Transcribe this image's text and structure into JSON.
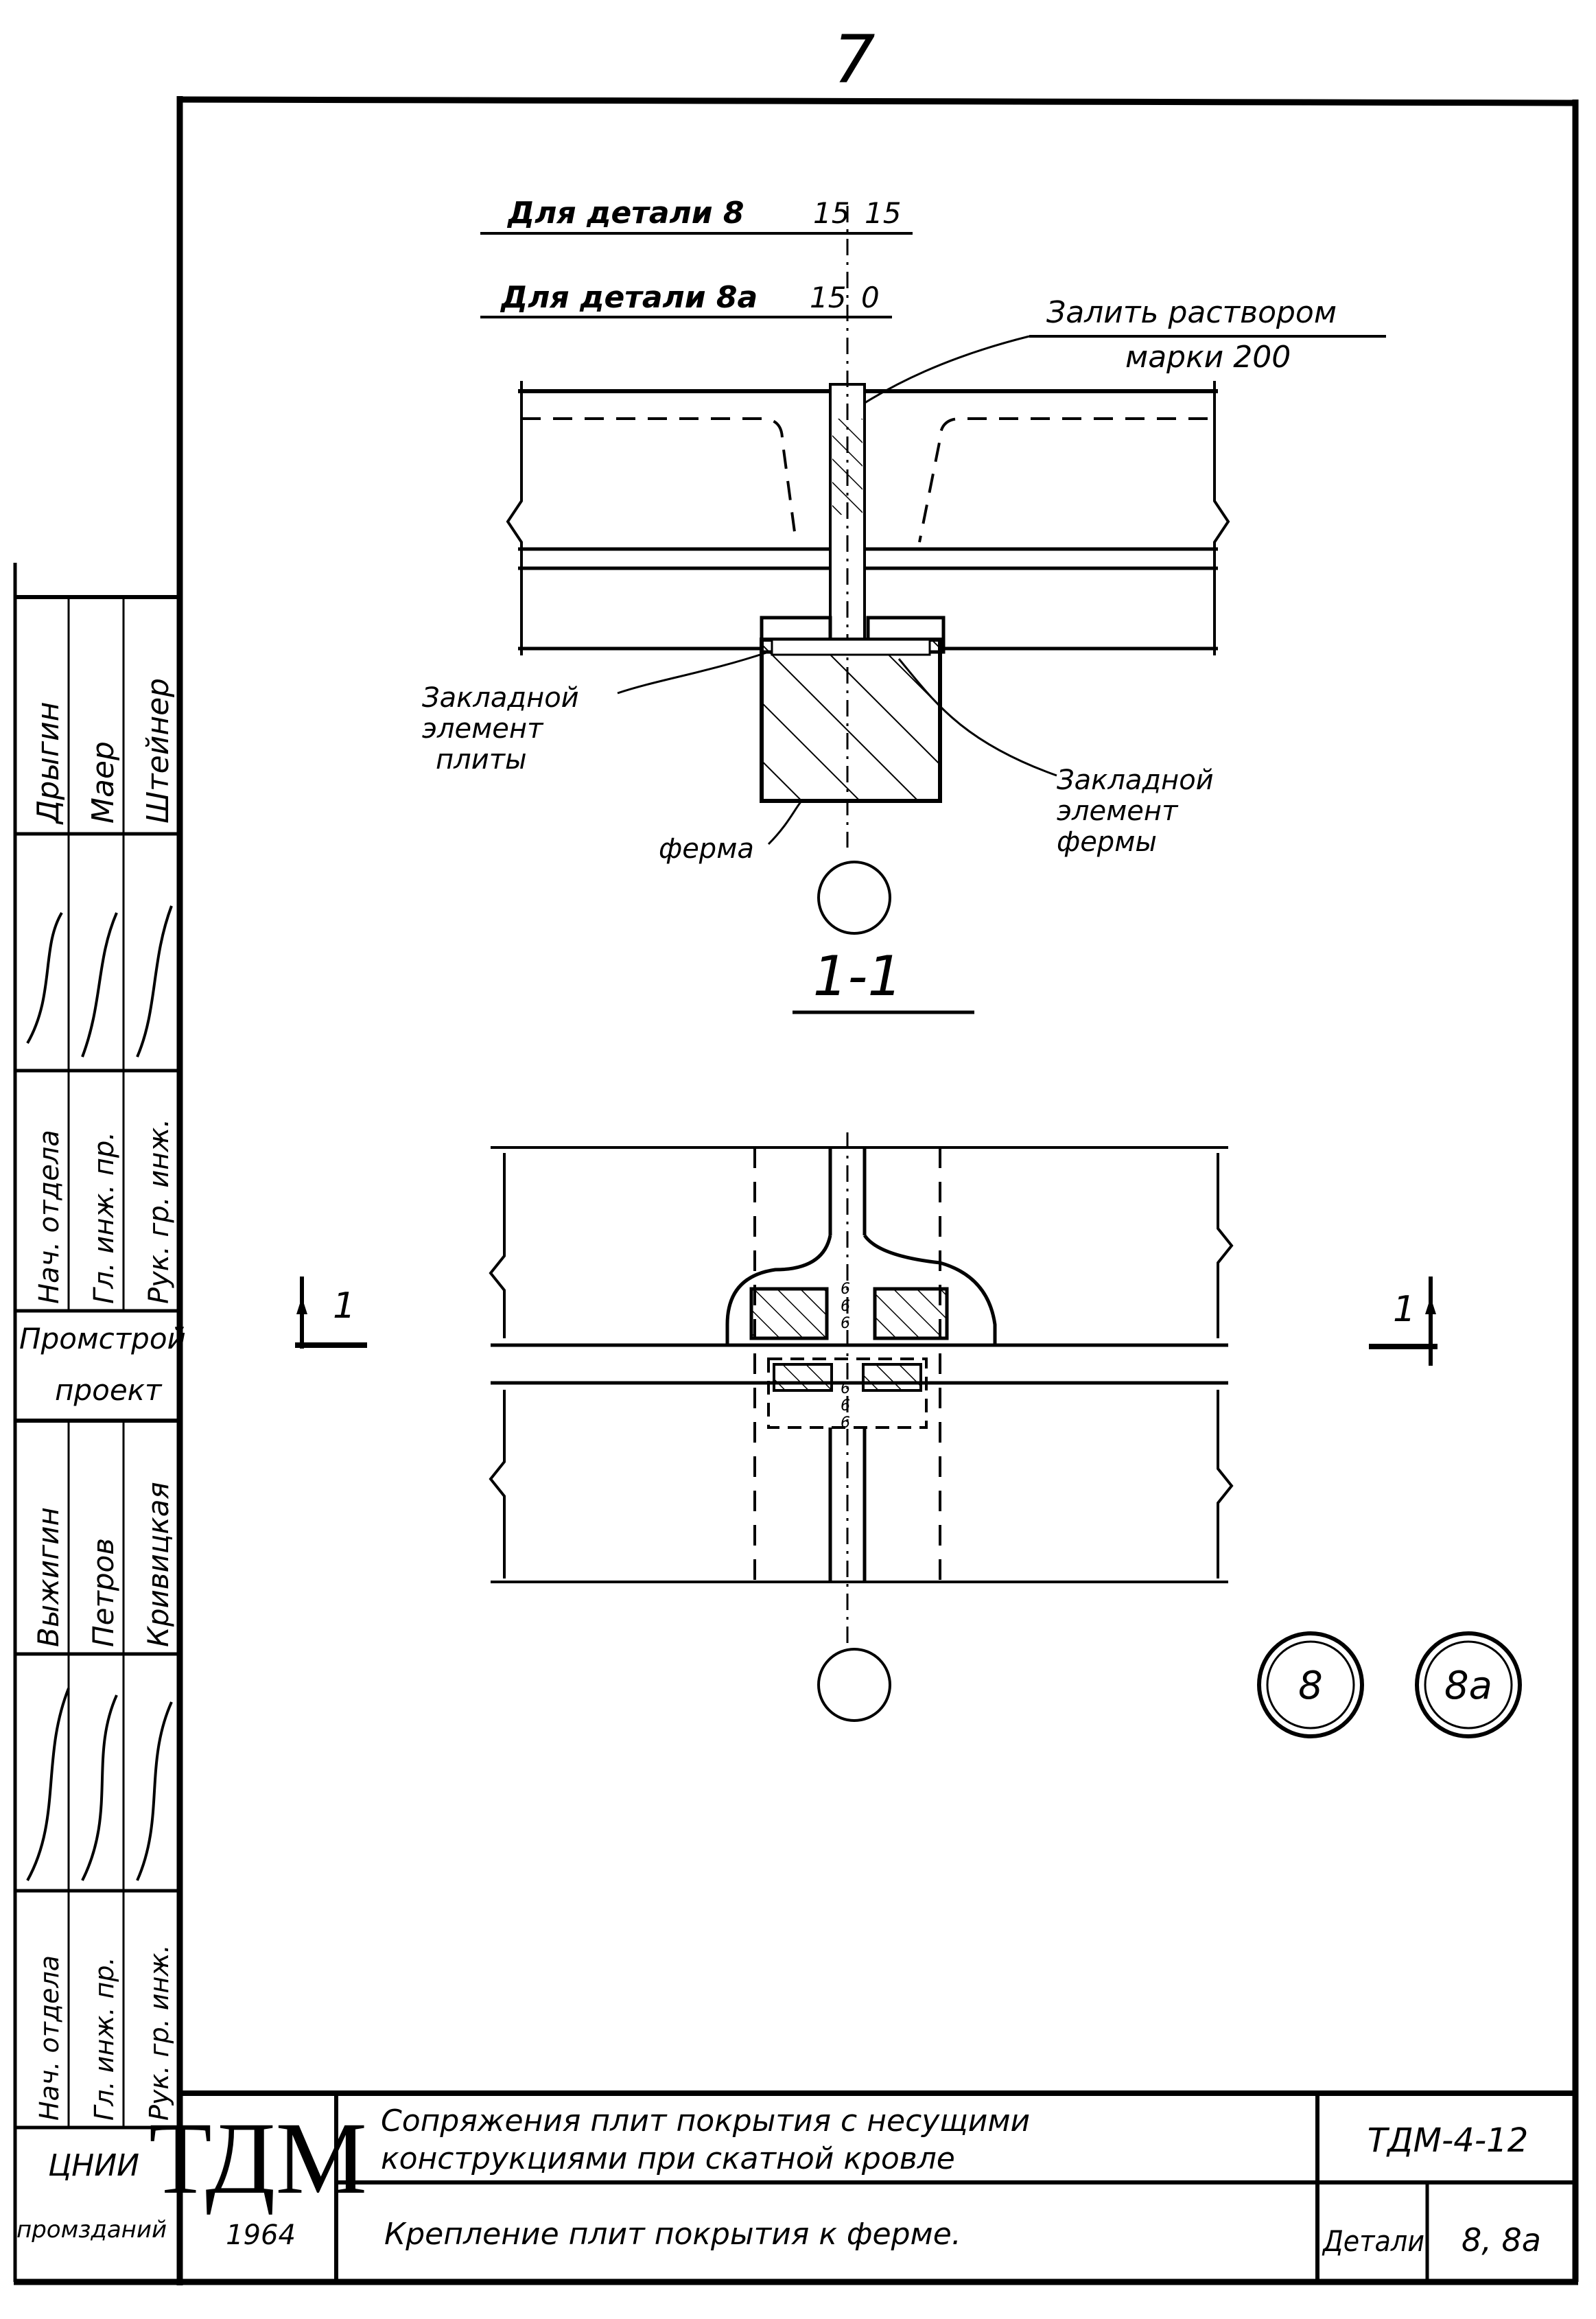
{
  "sheet": {
    "page_number": "7"
  },
  "section_view": {
    "dim_row_1_label": "Для детали 8",
    "dim_row_1_left": "15",
    "dim_row_1_right": "15",
    "dim_row_2_label": "Для детали 8а",
    "dim_row_2_left": "15",
    "dim_row_2_right": "0",
    "fill_note_line1": "Залить раствором",
    "fill_note_line2": "марки 200",
    "embed_plate_slab": [
      "Закладной",
      "элемент",
      "плиты"
    ],
    "embed_plate_truss": [
      "Закладной",
      "элемент",
      "фермы"
    ],
    "truss_label": "ферма",
    "section_title": "1-1"
  },
  "plan_view": {
    "cut_left": "1",
    "cut_right": "1",
    "node_hatch_labels": [
      "6",
      "6",
      "6",
      "6",
      "6",
      "6"
    ]
  },
  "detail_marks": [
    "8",
    "8а"
  ],
  "side_stamp": {
    "top_block_names": [
      "Дрыгин",
      "Маер",
      "Штейнер"
    ],
    "top_block_roles": [
      "Нач. отдела",
      "Гл. инж. пр.",
      "Рук. гр. инж."
    ],
    "org_1_line1": "Промстрой",
    "org_1_line2": "проект",
    "bottom_block_names": [
      "Выжигин",
      "Петров",
      "Кривицкая"
    ],
    "bottom_block_roles": [
      "Нач. отдела",
      "Гл. инж. пр.",
      "Рук. гр. инж."
    ],
    "org_2_line1": "ЦНИИ",
    "org_2_line2": "промзданий"
  },
  "title_block": {
    "logo": "ТДМ",
    "year": "1964",
    "title_line1": "Сопряжения плит покрытия с несущими",
    "title_line2": "конструкциями при скатной кровле",
    "subtitle": "Крепление плит покрытия к ферме.",
    "series_code": "ТДМ-4-12",
    "detail_label": "Детали",
    "detail_numbers": "8, 8а"
  }
}
